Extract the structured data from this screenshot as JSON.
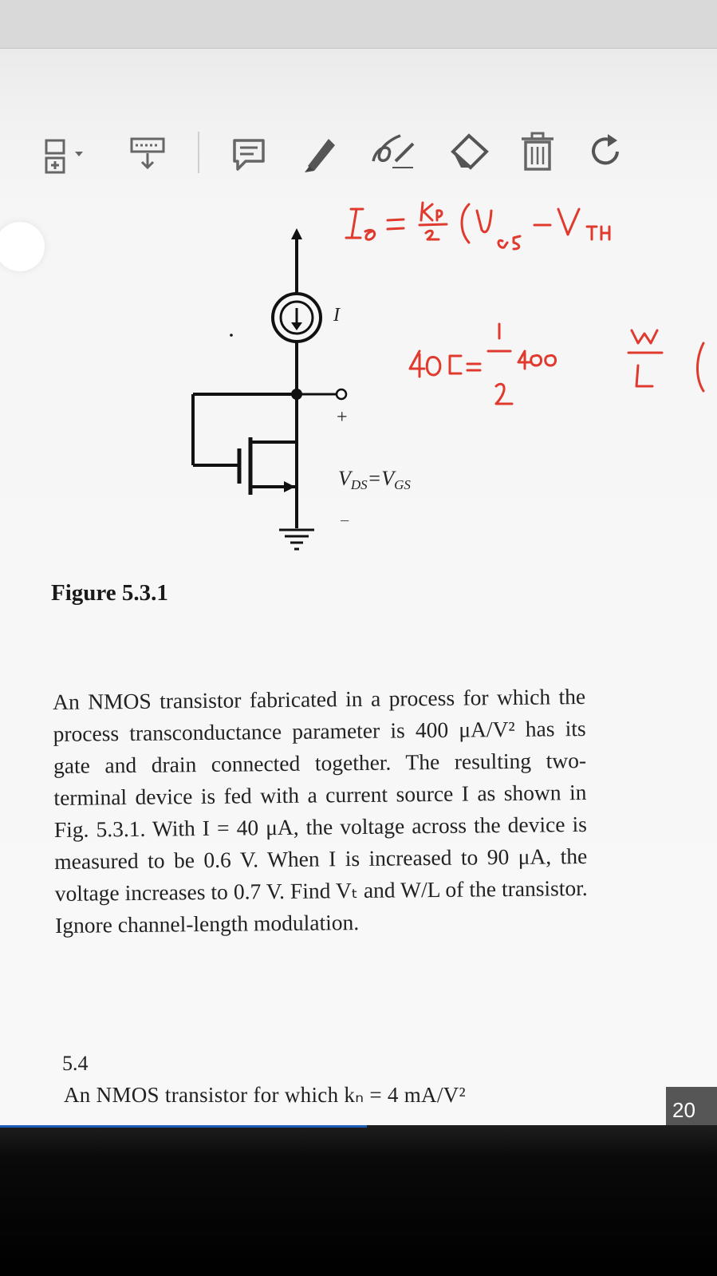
{
  "toolbar": {
    "icons": [
      "compare-icon",
      "stamp-icon",
      "comment-icon",
      "highlight-pen-icon",
      "signature-icon",
      "eraser-icon",
      "delete-icon",
      "redo-icon"
    ]
  },
  "figure": {
    "caption": "Figure 5.3.1",
    "current_label": "I",
    "plus_label": "+",
    "minus_label": "−",
    "vds_label": "V_DS = V_GS",
    "vds_main": "V",
    "vds_sub1": "DS",
    "vds_eq": "=V",
    "vds_sub2": "GS"
  },
  "annotations": {
    "line1": "I_D = K_P/2 (V_GS − V_TH",
    "line2": "40 = 1/2 400 W/L ("
  },
  "problem": {
    "text": "An NMOS transistor fabricated in a process for which the process transconductance parameter is 400 μA/V² has its gate and drain connected together. The resulting two-terminal device is fed with a current source I as shown in Fig. 5.3.1. With I = 40 μA, the voltage across the device is measured to be 0.6 V. When I is increased to 90 μA, the voltage increases to 0.7 V. Find Vₜ and W/L of the transistor. Ignore channel-length modulation.",
    "next_number": "5.4",
    "next_text": "An NMOS transistor for which kₙ = 4 mA/V²"
  },
  "page_indicator": "20",
  "colors": {
    "ink": "#e03a2f",
    "page": "#f7f7f7",
    "dark": "#000000",
    "accent": "#1d5fb8"
  }
}
